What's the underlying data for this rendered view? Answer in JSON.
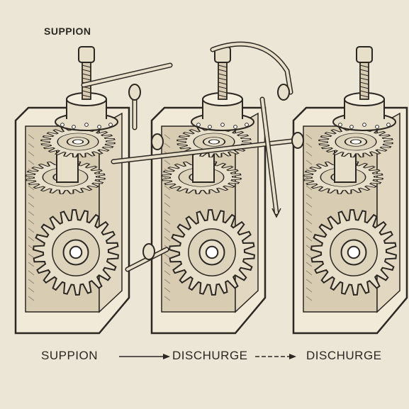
{
  "labels": {
    "top": "SUPPION",
    "bottom": [
      "SUPPION",
      "DISCHURGE",
      "DISCHURGE"
    ]
  },
  "units": [
    {
      "name": "unit-left"
    },
    {
      "name": "unit-middle"
    },
    {
      "name": "unit-right"
    }
  ],
  "colors": {
    "background": "#ece6d6",
    "housing": "#f1ead8",
    "housing_inner": "#d8ccb2",
    "metal": "#e8dfca",
    "ink": "#2b2722"
  }
}
